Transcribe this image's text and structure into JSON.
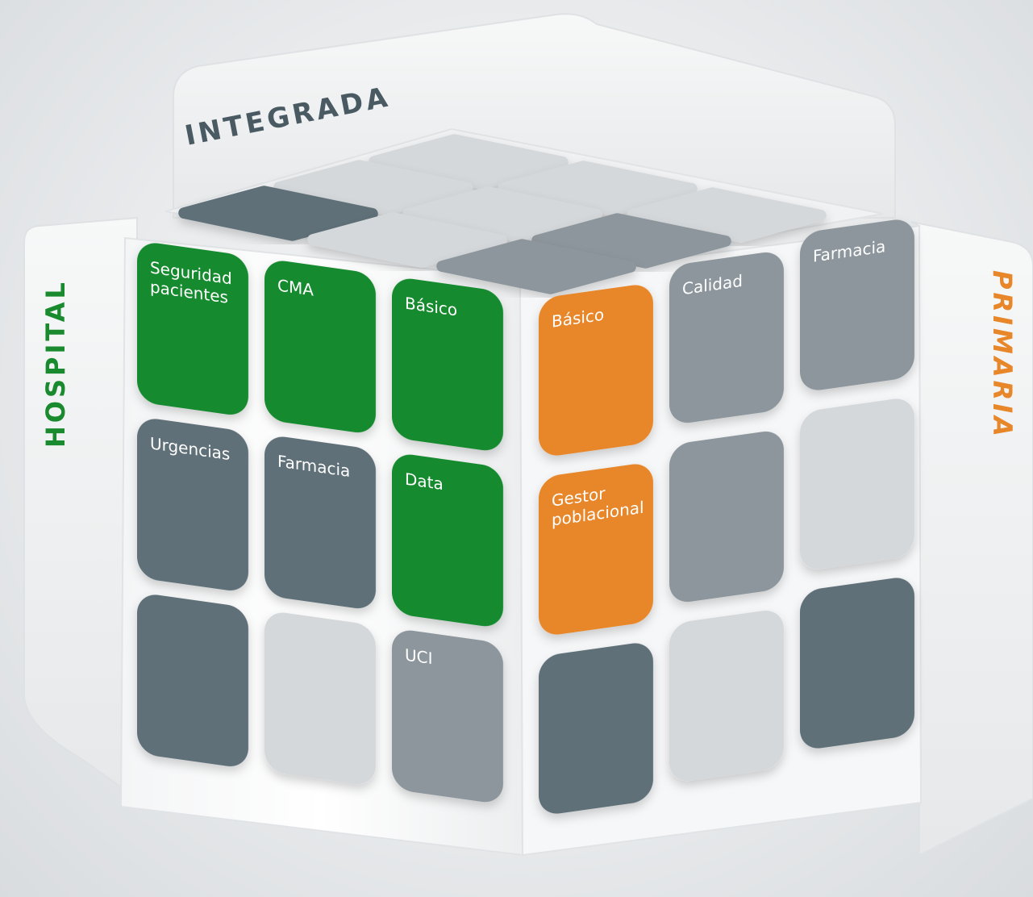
{
  "panels": {
    "top": "INTEGRADA",
    "left": "HOSPITAL",
    "right": "PRIMARIA"
  },
  "colors": {
    "green": "#198a2e",
    "orange": "#e8862a",
    "dark_gray": "#5f6f78",
    "mid_gray": "#8d969c",
    "light_gray": "#d4d8db"
  },
  "left_face": {
    "tiles": [
      {
        "row": 0,
        "col": 0,
        "label": [
          "Seguridad",
          "pacientes"
        ],
        "color": "green"
      },
      {
        "row": 0,
        "col": 1,
        "label": [
          "CMA"
        ],
        "color": "green"
      },
      {
        "row": 0,
        "col": 2,
        "label": [
          "Básico"
        ],
        "color": "green"
      },
      {
        "row": 1,
        "col": 0,
        "label": [
          "Urgencias"
        ],
        "color": "dark_gray"
      },
      {
        "row": 1,
        "col": 1,
        "label": [
          "Farmacia"
        ],
        "color": "dark_gray"
      },
      {
        "row": 1,
        "col": 2,
        "label": [
          "Data"
        ],
        "color": "green"
      },
      {
        "row": 2,
        "col": 0,
        "label": [],
        "color": "dark_gray"
      },
      {
        "row": 2,
        "col": 1,
        "label": [],
        "color": "light_gray"
      },
      {
        "row": 2,
        "col": 2,
        "label": [
          "UCI"
        ],
        "color": "mid_gray"
      }
    ]
  },
  "right_face": {
    "tiles": [
      {
        "row": 0,
        "col": 0,
        "label": [
          "Básico"
        ],
        "color": "orange"
      },
      {
        "row": 0,
        "col": 1,
        "label": [
          "Calidad"
        ],
        "color": "mid_gray"
      },
      {
        "row": 0,
        "col": 2,
        "label": [
          "Farmacia"
        ],
        "color": "mid_gray"
      },
      {
        "row": 1,
        "col": 0,
        "label": [
          "Gestor",
          "poblacional"
        ],
        "color": "orange"
      },
      {
        "row": 1,
        "col": 1,
        "label": [],
        "color": "mid_gray"
      },
      {
        "row": 1,
        "col": 2,
        "label": [],
        "color": "light_gray"
      },
      {
        "row": 2,
        "col": 0,
        "label": [],
        "color": "dark_gray"
      },
      {
        "row": 2,
        "col": 1,
        "label": [],
        "color": "light_gray"
      },
      {
        "row": 2,
        "col": 2,
        "label": [],
        "color": "dark_gray"
      }
    ]
  },
  "top_face": {
    "tiles": [
      {
        "row": 0,
        "col": 0,
        "color": "light_gray"
      },
      {
        "row": 0,
        "col": 1,
        "color": "light_gray"
      },
      {
        "row": 0,
        "col": 2,
        "color": "light_gray"
      },
      {
        "row": 1,
        "col": 0,
        "color": "light_gray"
      },
      {
        "row": 1,
        "col": 1,
        "color": "light_gray"
      },
      {
        "row": 1,
        "col": 2,
        "color": "mid_gray"
      },
      {
        "row": 2,
        "col": 0,
        "color": "dark_gray"
      },
      {
        "row": 2,
        "col": 1,
        "color": "light_gray"
      },
      {
        "row": 2,
        "col": 2,
        "color": "mid_gray"
      }
    ]
  }
}
